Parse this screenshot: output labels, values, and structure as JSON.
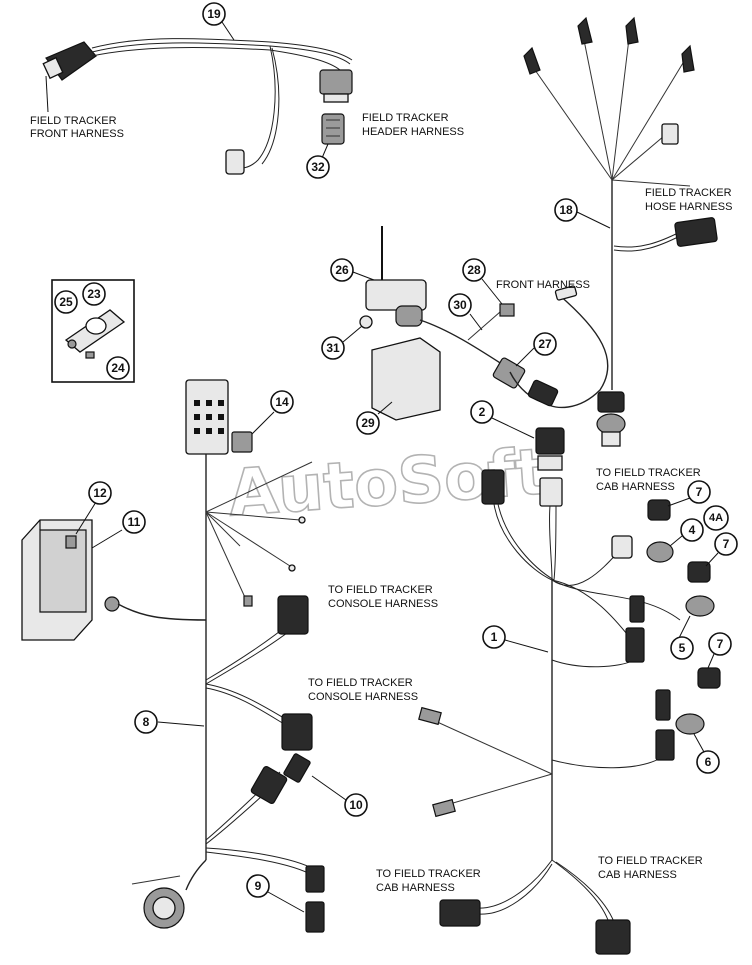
{
  "watermark": "AutoSoft",
  "labels": {
    "field_tracker_front_harness": [
      "FIELD TRACKER",
      "FRONT HARNESS"
    ],
    "field_tracker_header_harness": [
      "FIELD TRACKER",
      "HEADER HARNESS"
    ],
    "field_tracker_hose_harness": [
      "FIELD TRACKER",
      "HOSE HARNESS"
    ],
    "front_harness": "FRONT HARNESS",
    "to_field_tracker_cab_harness_upper": [
      "TO FIELD TRACKER",
      "CAB HARNESS"
    ],
    "to_field_tracker_console_harness_1": [
      "TO FIELD TRACKER",
      "CONSOLE HARNESS"
    ],
    "to_field_tracker_console_harness_2": [
      "TO FIELD TRACKER",
      "CONSOLE HARNESS"
    ],
    "to_field_tracker_cab_harness_lower_left": [
      "TO FIELD TRACKER",
      "CAB HARNESS"
    ],
    "to_field_tracker_cab_harness_lower_right": [
      "TO FIELD TRACKER",
      "CAB HARNESS"
    ]
  },
  "callouts": {
    "c19": "19",
    "c32": "32",
    "c18": "18",
    "c25": "25",
    "c23": "23",
    "c24": "24",
    "c26": "26",
    "c28": "28",
    "c30": "30",
    "c31": "31",
    "c27": "27",
    "c29": "29",
    "c14": "14",
    "c2": "2",
    "c7a": "7",
    "c4": "4",
    "c4a": "4A",
    "c7b": "7",
    "c12": "12",
    "c11": "11",
    "c5": "5",
    "c1": "1",
    "c7c": "7",
    "c8": "8",
    "c6": "6",
    "c10": "10",
    "c9": "9"
  }
}
